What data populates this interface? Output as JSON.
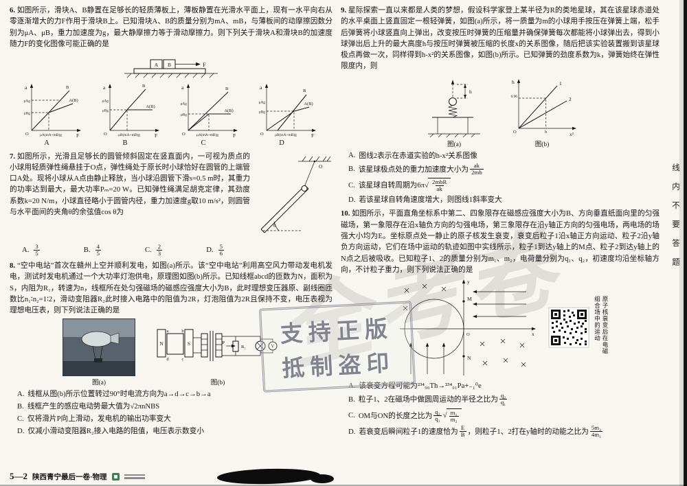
{
  "page": {
    "watermark": "全考卷",
    "stamp_line1": "支持正版",
    "stamp_line2": "抵制盗印",
    "side_note": "线内不要答题",
    "footer": {
      "no": "5—2",
      "title": "陕西青宁最后一卷·物理"
    }
  },
  "q6": {
    "num": "6.",
    "text": "如图所示，滑块A、B静置在足够长的轻质薄板上，薄板静置在光滑水平面上，现有一水平向右从零逐渐增大的力F作用于滑块B上。已知滑块A、B的质量分别为mA、mB，与薄板间的动摩擦因数分别为μA、μB，重力加速度为g，最大静摩擦力等于滑动摩擦力。则下列关于滑块A和滑块B的加速度随力F的变化图像可能正确的是",
    "fig": {
      "A": "A",
      "B": "B",
      "F": "F"
    },
    "glabels": {
      "a": "a",
      "F": "F",
      "O": "O",
      "y1": "μAg",
      "y2": "μBg",
      "cA": "A(B)",
      "cB": "B"
    },
    "panels": [
      {
        "letter": "A",
        "xtick": "μA(mA+mB)g"
      },
      {
        "letter": "B",
        "xtick": "μB(mA+mB)g"
      },
      {
        "letter": "C",
        "xtick": "μA(mA+mB)g"
      },
      {
        "letter": "D",
        "xtick": "μB(mA+mB)g"
      }
    ]
  },
  "q7": {
    "num": "7.",
    "text": "如图所示，光滑且足够长的圆管倾斜固定在竖直面内，一可视为质点的小球用轻质弹性绳悬挂于O点，弹性绳处于原长时小球恰好在圆管的上端管口A处。现将小球从A点由静止释放，当小球沿圆管下滑s=0.5 m时，其重力的功率达到最大，最大功率Pₘ=20 W。已知弹性绳满足胡克定律，其劲度系数k=20 N/m，小球直径略小于圆管内径，重力加速度g取10 m/s²，则圆管与水平面间的夹角θ的余弦值cos θ为",
    "fig": {
      "O": "O",
      "theta": "θ"
    },
    "options": [
      {
        "L": "A.",
        "n": "3",
        "d": "5"
      },
      {
        "L": "B.",
        "n": "4",
        "d": "5"
      },
      {
        "L": "C.",
        "n": "2",
        "d": "3"
      },
      {
        "L": "D.",
        "n": "5",
        "d": "6"
      }
    ]
  },
  "q8": {
    "num": "8.",
    "text": "“空中电站”首次在赣州上空并顺利发电，如图(a)所示。该“空中电站”利用高空风力带动发电机发电，测试时发电机通过一个大功率灯泡供电，原理图如图(b)所示。已知线框abcd的匝数为N，面积为S，内阻为R₁，转速为n，线框所在处匀强磁场的磁感应强度大小为B，此时理想变压器原、副线圈匝数比n₁∶n₂=1∶2，滑动变阻器R₂此时接入电路中的阻值为2R，灯泡阻值为2R且保持不变，电压表视为理想电压表，则下列说法正确的是",
    "cap_a": "图(a)",
    "cap_b": "图(b)",
    "circuit": {
      "N": "N",
      "S": "S",
      "a": "a",
      "b": "b",
      "c": "c",
      "d": "d",
      "P": "P",
      "R2": "R₂",
      "V": "V"
    },
    "options": [
      {
        "L": "A.",
        "t": "线框从图(b)所示位置转过90°时电流方向为a→d→c→b→a"
      },
      {
        "L": "B.",
        "t": "线框产生的感应电动势最大值为√2πnNBS"
      },
      {
        "L": "C.",
        "t": "仅将滑片P向上滑动，发电机的输出功率变大"
      },
      {
        "L": "D.",
        "t": "仅减小滑动变阻器R₂接入电路的阻值，电压表示数变小"
      }
    ]
  },
  "q9": {
    "num": "9.",
    "text": "星际探索一直以来都是人类的梦想，假设科学家登上某半径为R的类地星球，其在该星球赤道处的水平桌面上竖直固定一根轻弹簧，如图(a)所示，将一质量为m的小球用手按压在弹簧上端，松手后弹簧将小球竖直向上弹出，改变按压时弹簧的压缩量并确保弹簧每次都能将小球弹出去，得到小球弹出后上升的最大高度h与按压时弹簧被压缩的长度x的关系图像，随后把该实验装置搬到该星球极点再做一次，同样得到h-x²的关系图像，如图(b)所示。已知弹簧的劲度系数为k，弹簧始终在弹性限度内，则",
    "cap_a": "图(a)",
    "cap_b": "图(b)",
    "figa": {
      "h": "h"
    },
    "figb": {
      "h": "h",
      "x2": "x²",
      "l1": "1",
      "l2": "2",
      "yt": "0.96",
      "xt": "b",
      "O": "O"
    },
    "opt_a": {
      "L": "A.",
      "t": "图线2表示在赤道实验的h-x²关系图像"
    },
    "opt_b": {
      "L": "B.",
      "pre": "该星球极点处的重力加速度大小为",
      "fn": "ak",
      "fd": "2mb"
    },
    "opt_c": {
      "L": "C.",
      "pre": "该星球自转周期为6π",
      "fn": "2mbR",
      "fd": "ak"
    },
    "opt_d": {
      "L": "D.",
      "t": "若该星球自转角速度增大，则图线1斜率变大"
    }
  },
  "q10": {
    "num": "10.",
    "text": "如图所示，平面直角坐标系中第二、四象限存在磁感应强度大小为B、方向垂直纸面向里的匀强磁场，第一象限存在沿x轴负方向的匀强电场，第三象限存在沿y轴正方向的匀强电场，两电场的场强大小均为E。坐标原点处一静止的原子核发生衰变，衰变后粒子1沿x轴正方向运动、粒子2沿y轴负方向运动，它们在场中运动的轨迹如图中实线所示，粒子1到达y轴上的M点、粒子2到达y轴上的N点之后被吸收。已知粒子1、2的质量分别为m₁、m₂，电荷量分别为q₁、q₂，初速度均沿坐标轴方向，不计粒子重力，则下列说法正确的是",
    "fig": {
      "x": "x",
      "y": "y",
      "O": "O",
      "M": "M",
      "N": "N"
    },
    "qr_caption": "原子核衰变后在电磁组合场中的运动",
    "opt_a": {
      "L": "A.",
      "t": "该衰变方程可能为²³⁴₉₀Th→²³⁴₉₁Pa+₋₁⁰e"
    },
    "opt_b": {
      "L": "B.",
      "pre": "粒子1、2在磁场中做圆周运动的半径之比为",
      "fn": "q₂",
      "fd": "q₁"
    },
    "opt_c": {
      "L": "C.",
      "pre": "OM与ON的长度之比为",
      "fn": "q₂",
      "fd": "q₁",
      "sn": "m₁",
      "sd": "m₂"
    },
    "opt_d": {
      "L": "D.",
      "pre": "若衰变后瞬间粒子1的速度恰为",
      "fn": "E",
      "fd": "B",
      "mid": "，则粒子1、2打在y轴时的动能之比为",
      "gn": "5m₂",
      "gd": "4m₁"
    }
  }
}
